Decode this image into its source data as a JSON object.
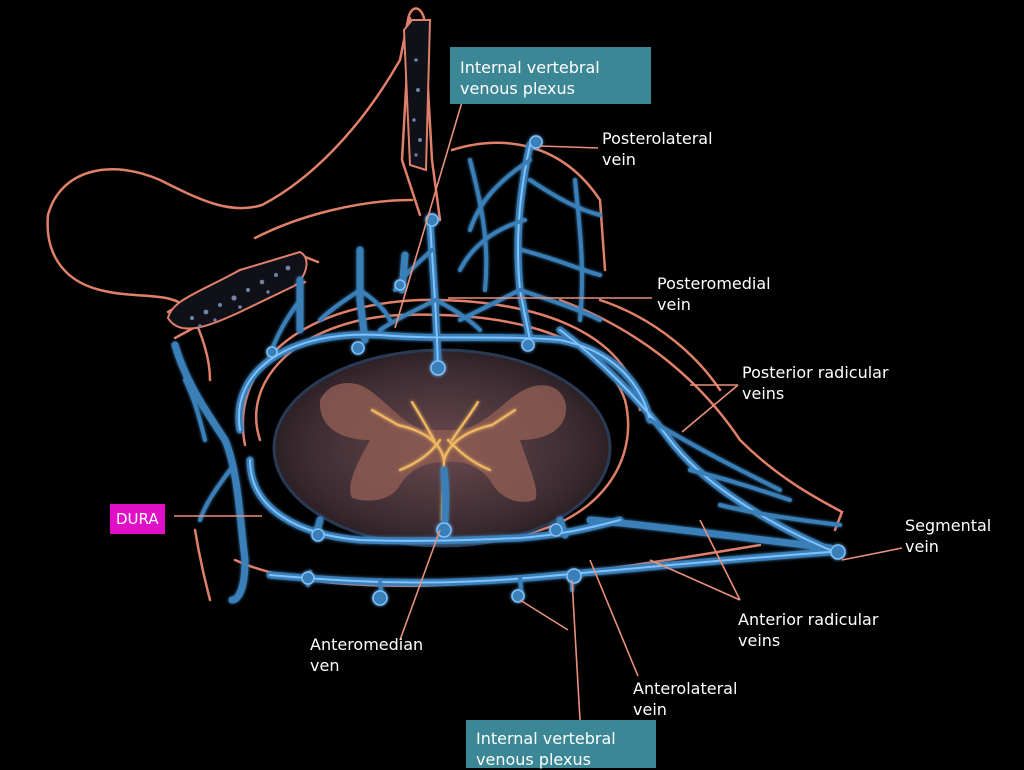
{
  "labels": {
    "ivvp_top": "Internal vertebral\nvenous plexus",
    "posterolateral": "Posterolateral\nvein",
    "posteromedial": "Posteromedial\nvein",
    "posterior_radicular": "Posterior radicular\nveins",
    "segmental": "Segmental\nvein",
    "anterior_radicular": "Anterior radicular\nveins",
    "anterolateral": "Anterolateral\nvein",
    "ivvp_bottom": "Internal vertebral\nvenous plexus",
    "anteromedian": "Anteromedian\nven",
    "dura": "DURA"
  },
  "colors": {
    "background": "#000000",
    "vein": "#3a7fb8",
    "vein_highlight": "#7ec3ff",
    "bone_outline": "#e0806a",
    "leader_line": "#e8907c",
    "cord": "#5a3a40",
    "grey_matter": "#8c5a52",
    "teal_box": "#3b8795",
    "dura_box": "#e010c8"
  }
}
